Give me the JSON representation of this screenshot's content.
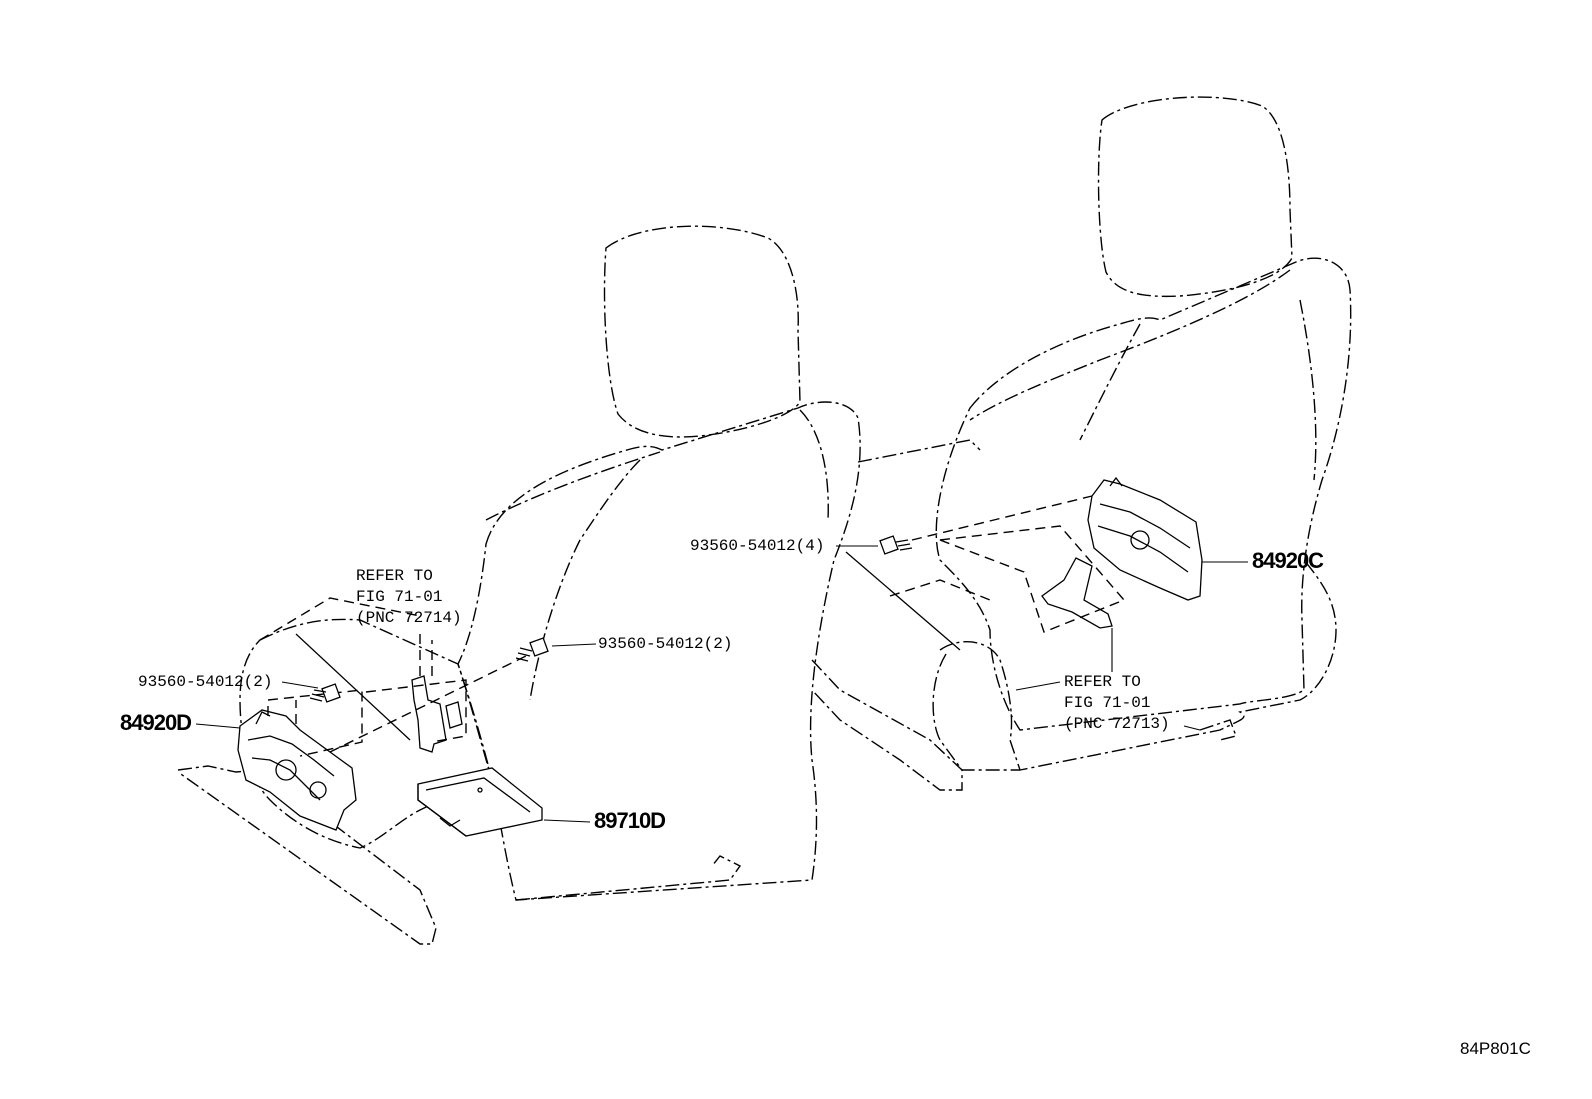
{
  "callouts": {
    "bolt_left": "93560-54012(2)",
    "bolt_center": "93560-54012(2)",
    "bolt_right": "93560-54012(4)",
    "part_84920D": "84920D",
    "part_89710D": "89710D",
    "part_84920C": "84920C"
  },
  "refer_left": {
    "line1": "REFER TO",
    "line2": "FIG 71-01",
    "line3": "(PNC 72714)"
  },
  "refer_right": {
    "line1": "REFER TO",
    "line2": "FIG 71-01",
    "line3": "(PNC 72713)"
  },
  "figure_code": "84P801C",
  "colors": {
    "ink": "#000000",
    "paper": "#ffffff"
  }
}
